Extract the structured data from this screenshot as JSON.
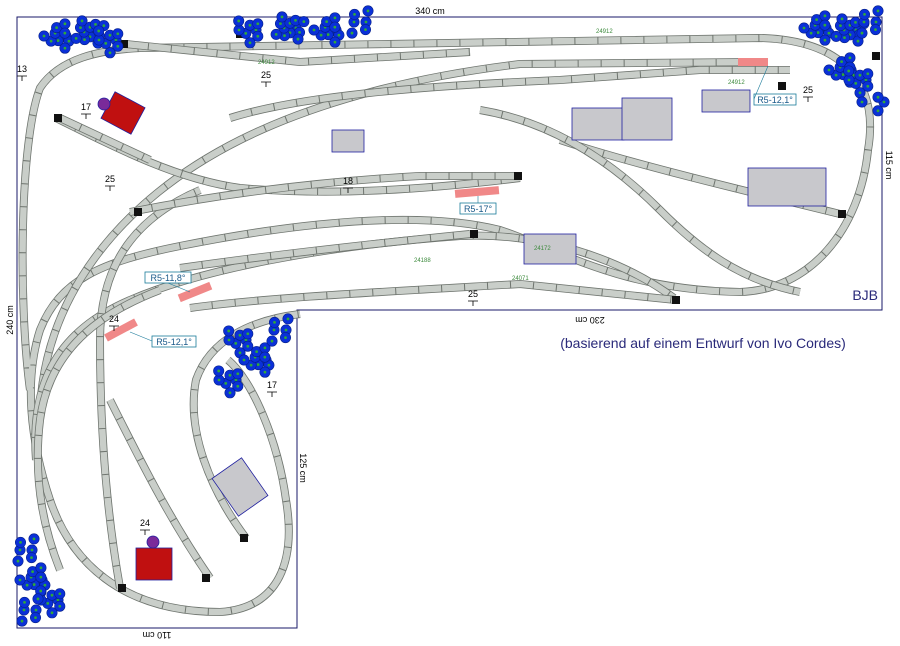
{
  "dimensions": {
    "top": "340 cm",
    "right": "115 cm",
    "inner_bottom": "230 cm",
    "inner_right": "125 cm",
    "bottom": "110 cm",
    "left": "240 cm"
  },
  "author": "BJB",
  "note": "(basierend auf einem Entwurf von Ivo Cordes)",
  "grade_labels": [
    "13",
    "25",
    "17",
    "25",
    "18",
    "25",
    "25",
    "24",
    "24",
    "17"
  ],
  "incline_tags": [
    "R5-12,1°",
    "R5-17°",
    "R5-11,8°",
    "R5-12,1°"
  ],
  "track_codes": [
    "24912",
    "24172",
    "24188",
    "24071"
  ],
  "colors": {
    "track": "#c9cec9",
    "track_edge": "#6f756f",
    "tree": "#0a30d8",
    "tree_center": "#2fa83a",
    "building": "#c8c8cc",
    "building_edge": "#2020a0",
    "station_red": "#c01010",
    "incline": "#f08888",
    "frame": "#1a1a6a"
  }
}
